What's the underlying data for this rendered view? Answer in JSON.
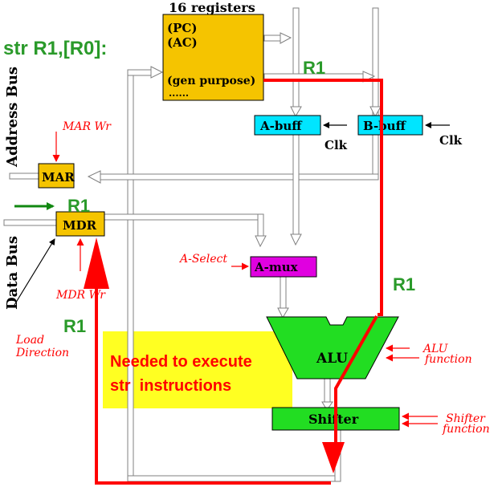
{
  "title": "str R1,[R0]:",
  "registers": {
    "heading": "16 registers",
    "pc": "(PC)",
    "ac": "(AC)",
    "gen": "(gen purpose)",
    "dots": "......"
  },
  "blocks": {
    "abuff": "A-buff",
    "bbuff": "B-buff",
    "mar": "MAR",
    "mdr": "MDR",
    "amux": "A-mux",
    "alu": "ALU",
    "shifter": "Shifter"
  },
  "labels": {
    "address_bus": "Address Bus",
    "data_bus": "Data Bus",
    "mar_wr": "MAR Wr",
    "mdr_wr": "MDR Wr",
    "a_select": "A-Select",
    "load": "Load",
    "direction": "Direction",
    "clk": "Clk",
    "alu_function_1": "ALU",
    "alu_function_2": "function",
    "shifter_function_1": "Shifter",
    "shifter_function_2": "function"
  },
  "r1_label": "R1",
  "note": {
    "line1": "Needed to execute",
    "line2": "str  instructions"
  },
  "colors": {
    "register_fill": "#f5c400",
    "buffer_fill": "#00e5ff",
    "mux_fill": "#e000e0",
    "alu_fill": "#22dd22",
    "note_fill": "#ffff22",
    "path_red": "#ff0000",
    "green_text": "#2a9a2a",
    "bus_gray": "#cccccc"
  }
}
